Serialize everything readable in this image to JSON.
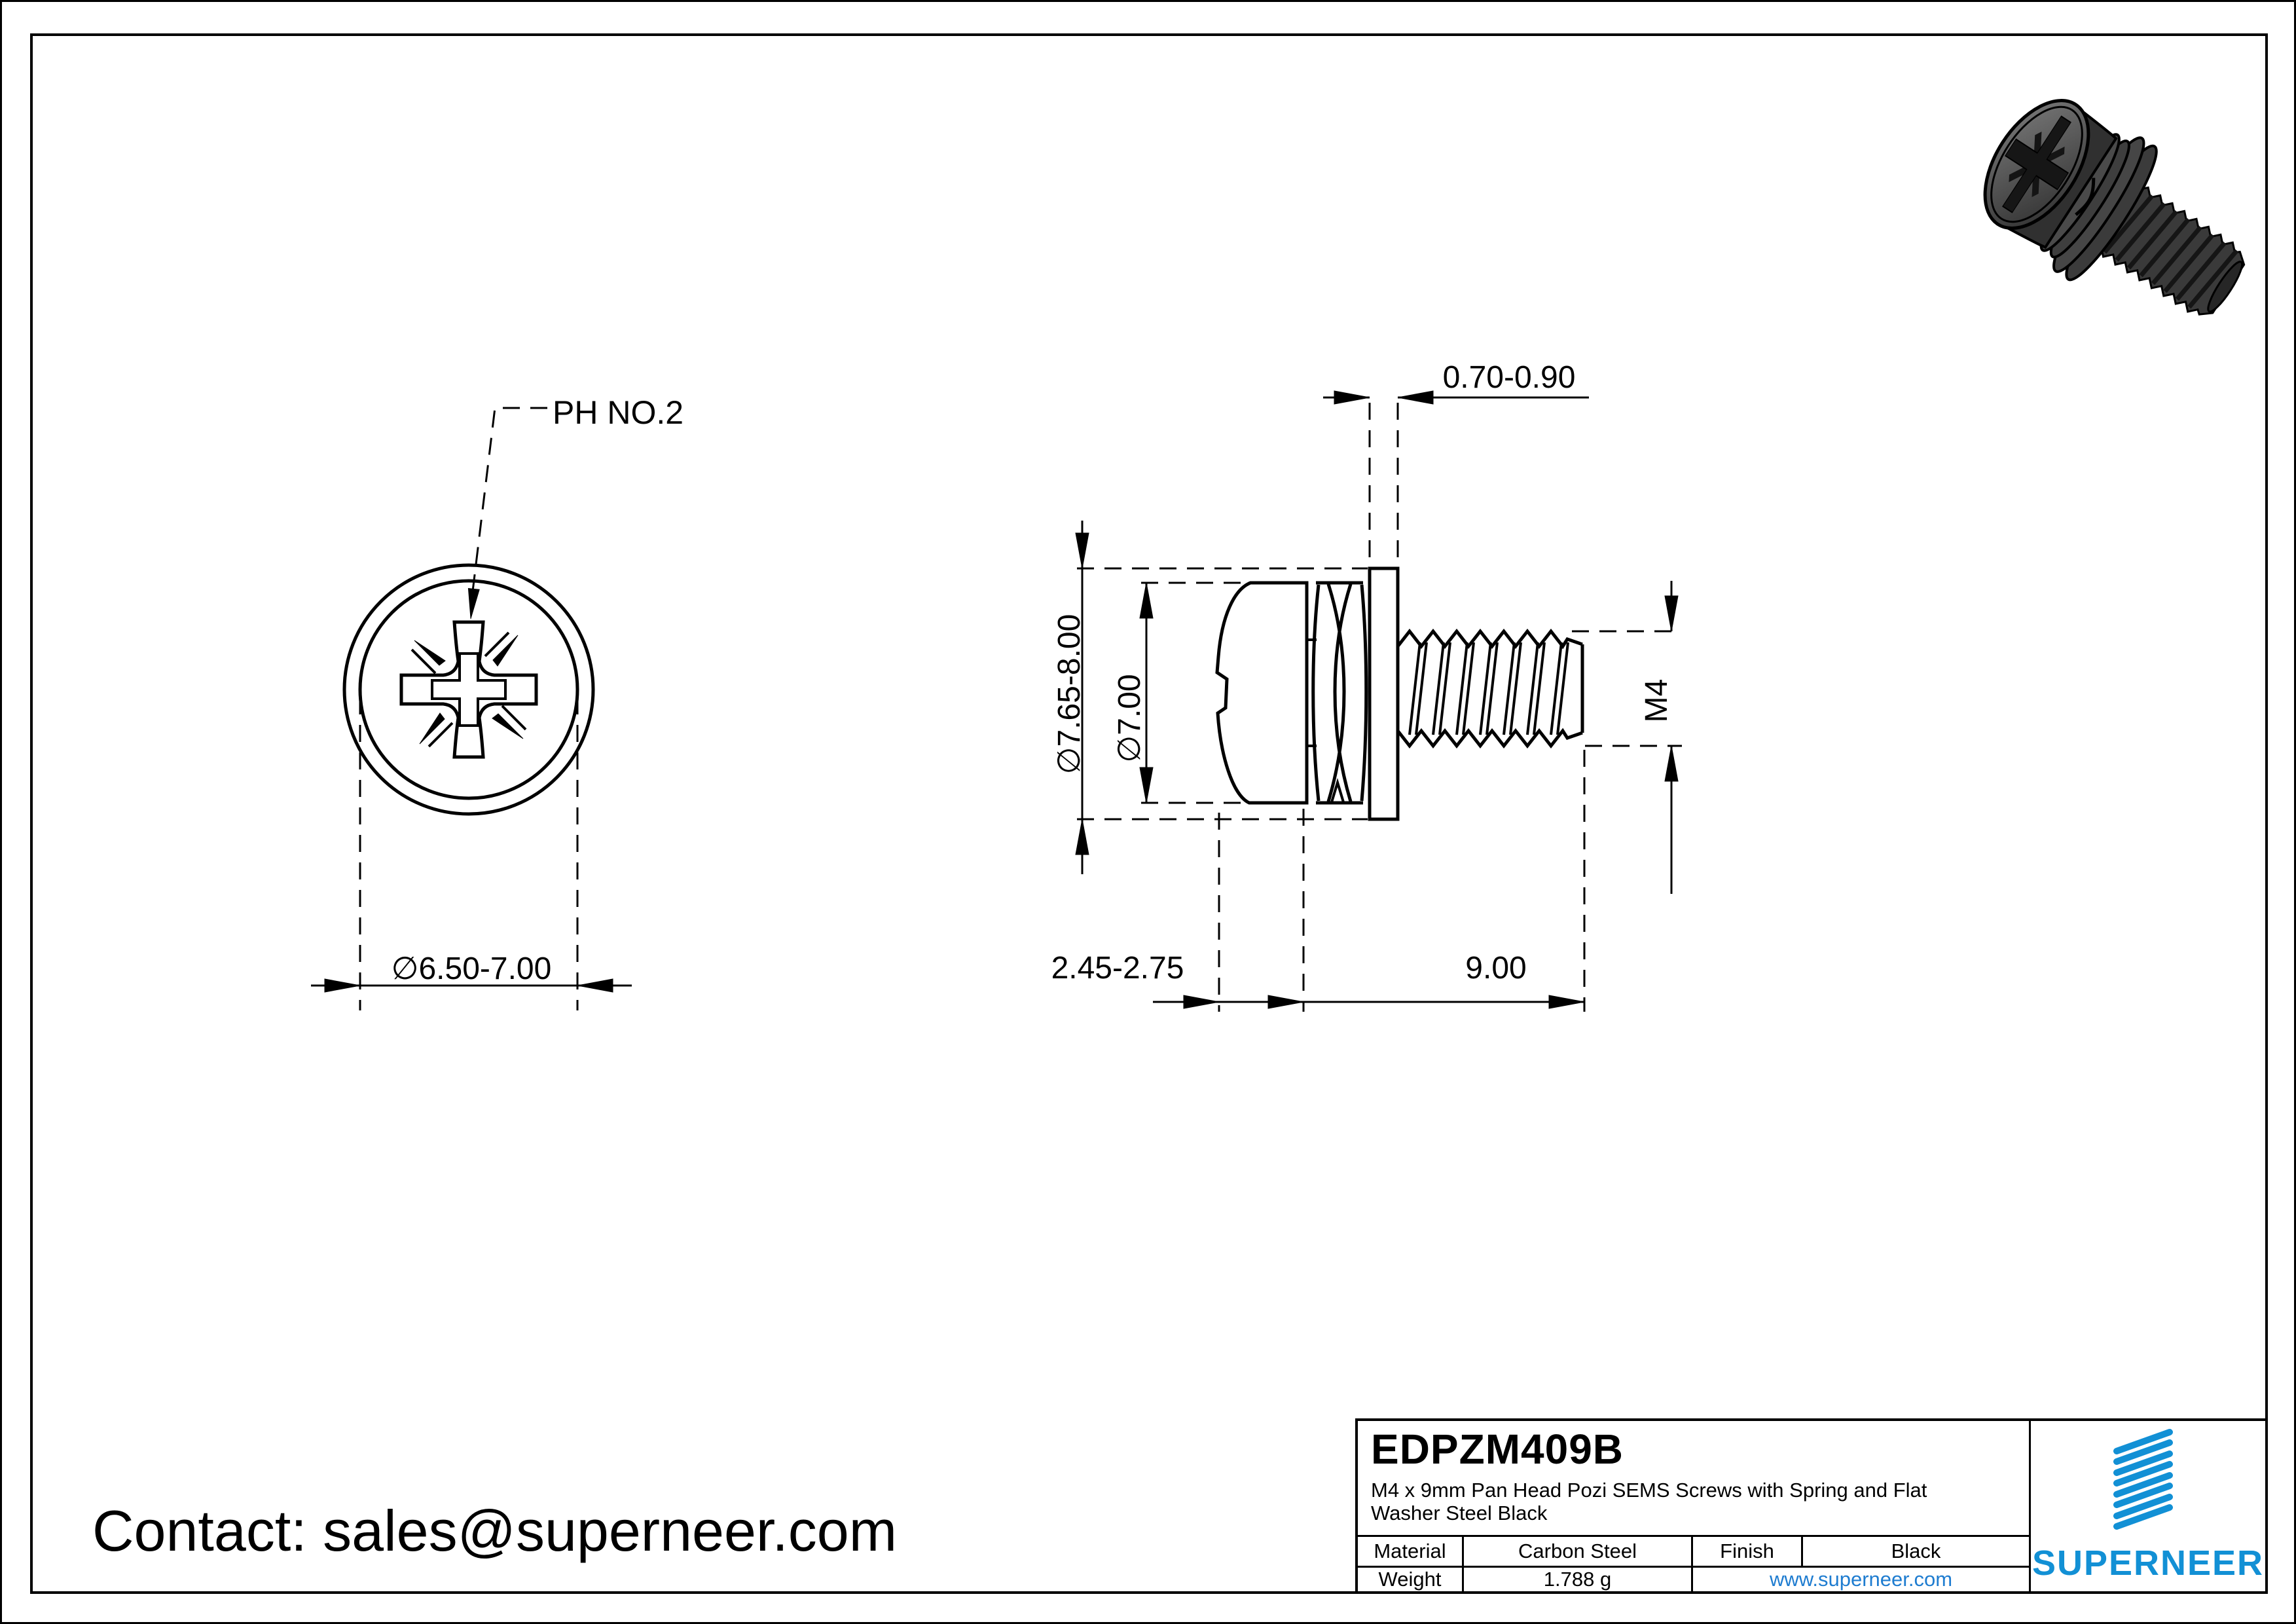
{
  "front_view": {
    "drive_label": "PH NO.2",
    "head_diameter": "∅6.50-7.00"
  },
  "side_view": {
    "washer_thickness": "0.70-0.90",
    "flat_washer_diameter": "∅7.65-8.00",
    "head_diameter": "∅7.00",
    "thread_spec": "M4",
    "head_height": "2.45-2.75",
    "thread_length": "9.00"
  },
  "contact": {
    "text": "Contact: sales@superneer.com"
  },
  "title_block": {
    "part_number": "EDPZM409B",
    "description": "M4 x 9mm Pan Head Pozi SEMS Screws with Spring and Flat Washer Steel Black",
    "material_label": "Material",
    "material_value": "Carbon Steel",
    "finish_label": "Finish",
    "finish_value": "Black",
    "weight_label": "Weight",
    "weight_value": "1.788 g",
    "website": "www.superneer.com",
    "brand_name": "SUPERNEER"
  },
  "colors": {
    "line_black": "#000000",
    "brand_blue": "#1290d5",
    "link_blue": "#1e7cd0",
    "render_gray": "#3a3a3a"
  }
}
